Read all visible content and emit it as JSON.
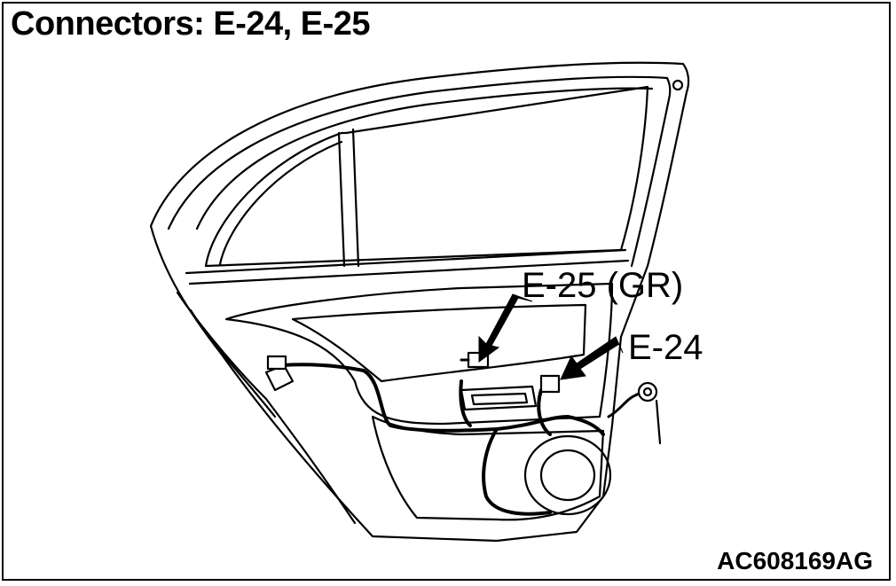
{
  "diagram": {
    "title": "Connectors: E-24, E-25",
    "labels": {
      "e25": "E-25 (GR)",
      "e24": "E-24"
    },
    "figure_id": "AC608169AG"
  },
  "colors": {
    "line": "#000000",
    "fill": "#ffffff",
    "shade": "#e6e6e6"
  }
}
